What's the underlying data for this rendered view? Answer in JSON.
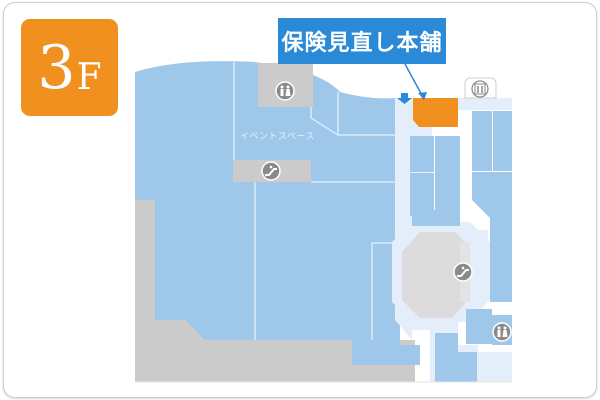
{
  "floor": {
    "number": "3",
    "unit": "F",
    "color": "#f0901e"
  },
  "callout": {
    "label": "保険見直し本舗",
    "color": "#2a8ad8"
  },
  "map": {
    "labels": {
      "event_space": "イベントスペース"
    },
    "colors": {
      "shop": "#9fc7ea",
      "corridor": "#e3eefa",
      "service": "#cbcbcb",
      "void": "#dcdcdc",
      "highlight": "#f0901e",
      "line": "#d8ebfa"
    },
    "facilities": [
      {
        "type": "restroom",
        "icon": "restroom-icon"
      },
      {
        "type": "escalator",
        "icon": "escalator-icon"
      },
      {
        "type": "elevator",
        "icon": "elevator-icon"
      },
      {
        "type": "escalator",
        "icon": "escalator-icon"
      },
      {
        "type": "restroom",
        "icon": "restroom-icon"
      }
    ],
    "entrance_marker": {
      "icon": "down-arrow-icon"
    },
    "highlight_store": "保険見直し本舗"
  }
}
